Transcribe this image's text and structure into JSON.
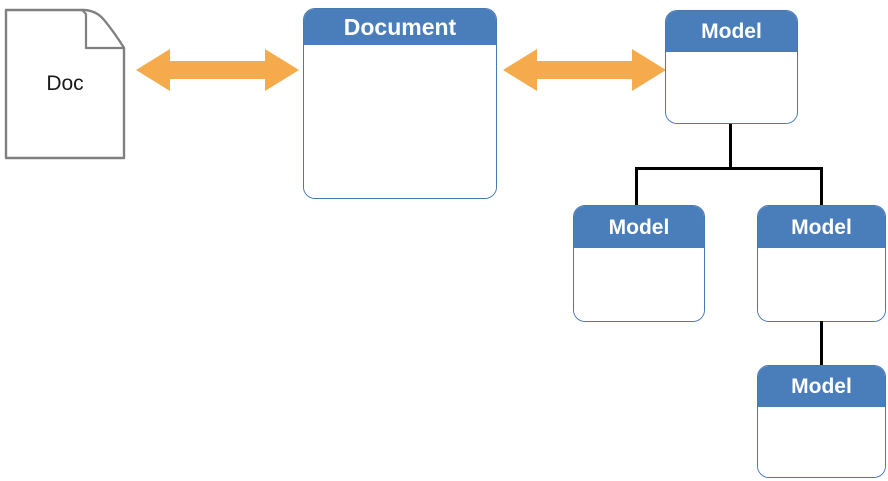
{
  "diagram": {
    "title": "Document to Model mapping diagram",
    "colors": {
      "node_header_blue": "#4A7EBB",
      "node_border_blue": "#4878B0",
      "arrow_orange": "#F5AB4C",
      "doc_outline_gray": "#808080",
      "connector_black": "#000000",
      "node_body_white": "#FFFFFF"
    },
    "doc": {
      "label": "Doc"
    },
    "arrows": [
      {
        "name": "doc-to-document-arrow",
        "direction": "double",
        "color": "#F5AB4C"
      },
      {
        "name": "document-to-model-arrow",
        "direction": "double",
        "color": "#F5AB4C"
      }
    ],
    "nodes": [
      {
        "id": "document",
        "title": "Document",
        "body": ""
      },
      {
        "id": "model-root",
        "title": "Model",
        "body": ""
      },
      {
        "id": "model-child-left",
        "title": "Model",
        "body": ""
      },
      {
        "id": "model-child-right",
        "title": "Model",
        "body": ""
      },
      {
        "id": "model-grandchild",
        "title": "Model",
        "body": ""
      }
    ],
    "connectors": [
      {
        "from": "model-root",
        "to": "model-child-left"
      },
      {
        "from": "model-root",
        "to": "model-child-right"
      },
      {
        "from": "model-child-right",
        "to": "model-grandchild"
      }
    ]
  }
}
